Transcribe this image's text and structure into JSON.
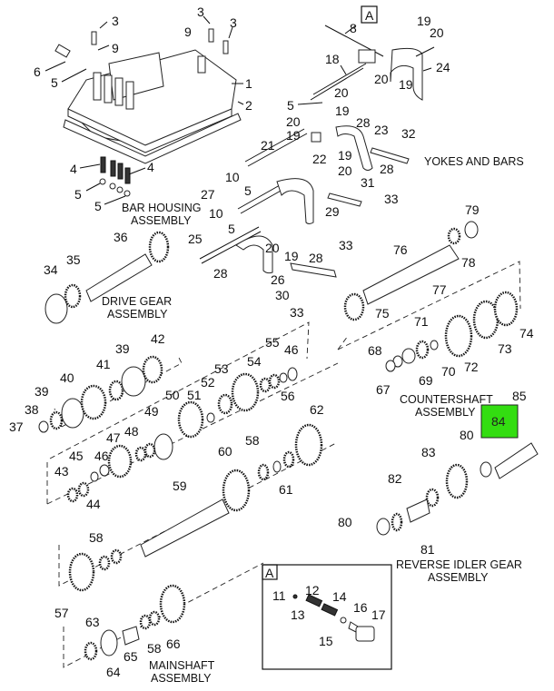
{
  "diagram": {
    "title": "Transmission exploded parts diagram",
    "highlight_color": "#33dd11",
    "highlighted_part": "84",
    "callout_letter": "A",
    "detail_box_letter": "A",
    "section_captions": {
      "bar_housing": [
        "BAR HOUSING",
        "ASSEMBLY"
      ],
      "yokes_and_bars": [
        "YOKES AND BARS"
      ],
      "drive_gear": [
        "DRIVE GEAR",
        "ASSEMBLY"
      ],
      "countershaft": [
        "COUNTERSHAFT",
        "ASSEMBLY"
      ],
      "reverse_idler": [
        "REVERSE IDLER GEAR",
        "ASSEMBLY"
      ],
      "mainshaft": [
        "MAINSHAFT",
        "ASSEMBLY"
      ]
    },
    "labels": [
      {
        "id": "l3a",
        "text": "3"
      },
      {
        "id": "l9a",
        "text": "9"
      },
      {
        "id": "l6",
        "text": "6"
      },
      {
        "id": "l5a",
        "text": "5"
      },
      {
        "id": "l3b",
        "text": "3"
      },
      {
        "id": "l9b",
        "text": "9"
      },
      {
        "id": "l3c",
        "text": "3"
      },
      {
        "id": "l1",
        "text": "1"
      },
      {
        "id": "l2",
        "text": "2"
      },
      {
        "id": "l4a",
        "text": "4"
      },
      {
        "id": "l4b",
        "text": "4"
      },
      {
        "id": "l5b",
        "text": "5"
      },
      {
        "id": "l5c",
        "text": "5"
      },
      {
        "id": "l8",
        "text": "8"
      },
      {
        "id": "l19a",
        "text": "19"
      },
      {
        "id": "l20a",
        "text": "20"
      },
      {
        "id": "l18",
        "text": "18"
      },
      {
        "id": "l24",
        "text": "24"
      },
      {
        "id": "l20b",
        "text": "20"
      },
      {
        "id": "l19b",
        "text": "19"
      },
      {
        "id": "l5d",
        "text": "5"
      },
      {
        "id": "l20c",
        "text": "20"
      },
      {
        "id": "l19c",
        "text": "19"
      },
      {
        "id": "l20d",
        "text": "20"
      },
      {
        "id": "l19d",
        "text": "19"
      },
      {
        "id": "l28a",
        "text": "28"
      },
      {
        "id": "l23",
        "text": "23"
      },
      {
        "id": "l32",
        "text": "32"
      },
      {
        "id": "l21",
        "text": "21"
      },
      {
        "id": "l22",
        "text": "22"
      },
      {
        "id": "l19e",
        "text": "19"
      },
      {
        "id": "l20e",
        "text": "20"
      },
      {
        "id": "l28b",
        "text": "28"
      },
      {
        "id": "l10a",
        "text": "10"
      },
      {
        "id": "l5e",
        "text": "5"
      },
      {
        "id": "l31",
        "text": "31"
      },
      {
        "id": "l33a",
        "text": "33"
      },
      {
        "id": "l27",
        "text": "27"
      },
      {
        "id": "l10b",
        "text": "10"
      },
      {
        "id": "l5f",
        "text": "5"
      },
      {
        "id": "l29",
        "text": "29"
      },
      {
        "id": "l25",
        "text": "25"
      },
      {
        "id": "l20f",
        "text": "20"
      },
      {
        "id": "l19f",
        "text": "19"
      },
      {
        "id": "l28c",
        "text": "28"
      },
      {
        "id": "l28d",
        "text": "28"
      },
      {
        "id": "l26",
        "text": "26"
      },
      {
        "id": "l30",
        "text": "30"
      },
      {
        "id": "l33b",
        "text": "33"
      },
      {
        "id": "l33c",
        "text": "33"
      },
      {
        "id": "l79",
        "text": "79"
      },
      {
        "id": "l76",
        "text": "76"
      },
      {
        "id": "l78",
        "text": "78"
      },
      {
        "id": "l77",
        "text": "77"
      },
      {
        "id": "l75",
        "text": "75"
      },
      {
        "id": "l71",
        "text": "71"
      },
      {
        "id": "l74",
        "text": "74"
      },
      {
        "id": "l73",
        "text": "73"
      },
      {
        "id": "l68",
        "text": "68"
      },
      {
        "id": "l70",
        "text": "70"
      },
      {
        "id": "l72",
        "text": "72"
      },
      {
        "id": "l69",
        "text": "69"
      },
      {
        "id": "l67",
        "text": "67"
      },
      {
        "id": "l85",
        "text": "85"
      },
      {
        "id": "l84",
        "text": "84"
      },
      {
        "id": "l80a",
        "text": "80"
      },
      {
        "id": "l83",
        "text": "83"
      },
      {
        "id": "l82",
        "text": "82"
      },
      {
        "id": "l80b",
        "text": "80"
      },
      {
        "id": "l81",
        "text": "81"
      },
      {
        "id": "l36",
        "text": "36"
      },
      {
        "id": "l35",
        "text": "35"
      },
      {
        "id": "l34",
        "text": "34"
      },
      {
        "id": "l42",
        "text": "42"
      },
      {
        "id": "l39a",
        "text": "39"
      },
      {
        "id": "l41",
        "text": "41"
      },
      {
        "id": "l40",
        "text": "40"
      },
      {
        "id": "l39b",
        "text": "39"
      },
      {
        "id": "l38",
        "text": "38"
      },
      {
        "id": "l37",
        "text": "37"
      },
      {
        "id": "l55",
        "text": "55"
      },
      {
        "id": "l46a",
        "text": "46"
      },
      {
        "id": "l54",
        "text": "54"
      },
      {
        "id": "l53",
        "text": "53"
      },
      {
        "id": "l56",
        "text": "56"
      },
      {
        "id": "l52",
        "text": "52"
      },
      {
        "id": "l50",
        "text": "50"
      },
      {
        "id": "l51",
        "text": "51"
      },
      {
        "id": "l49",
        "text": "49"
      },
      {
        "id": "l47",
        "text": "47"
      },
      {
        "id": "l48",
        "text": "48"
      },
      {
        "id": "l45",
        "text": "45"
      },
      {
        "id": "l46b",
        "text": "46"
      },
      {
        "id": "l43",
        "text": "43"
      },
      {
        "id": "l44",
        "text": "44"
      },
      {
        "id": "l62",
        "text": "62"
      },
      {
        "id": "l58a",
        "text": "58"
      },
      {
        "id": "l60",
        "text": "60"
      },
      {
        "id": "l61",
        "text": "61"
      },
      {
        "id": "l59",
        "text": "59"
      },
      {
        "id": "l58b",
        "text": "58"
      },
      {
        "id": "l57",
        "text": "57"
      },
      {
        "id": "l63",
        "text": "63"
      },
      {
        "id": "l58c",
        "text": "58"
      },
      {
        "id": "l66",
        "text": "66"
      },
      {
        "id": "l65",
        "text": "65"
      },
      {
        "id": "l64",
        "text": "64"
      },
      {
        "id": "l11",
        "text": "11"
      },
      {
        "id": "l12",
        "text": "12"
      },
      {
        "id": "l13",
        "text": "13"
      },
      {
        "id": "l14",
        "text": "14"
      },
      {
        "id": "l15",
        "text": "15"
      },
      {
        "id": "l16",
        "text": "16"
      },
      {
        "id": "l17",
        "text": "17"
      }
    ]
  }
}
